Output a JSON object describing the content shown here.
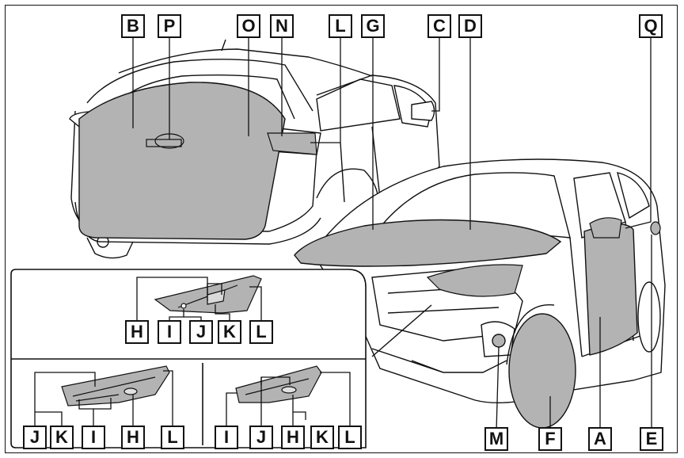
{
  "callouts": {
    "A": "A",
    "B": "B",
    "C": "C",
    "D": "D",
    "E": "E",
    "F": "F",
    "G": "G",
    "H": "H",
    "I": "I",
    "J": "J",
    "K": "K",
    "L": "L",
    "M": "M",
    "N": "N",
    "O": "O",
    "P": "P",
    "Q": "Q"
  },
  "colors": {
    "line": "#111111",
    "highlight": "#b3b3b3",
    "background": "#ffffff"
  }
}
